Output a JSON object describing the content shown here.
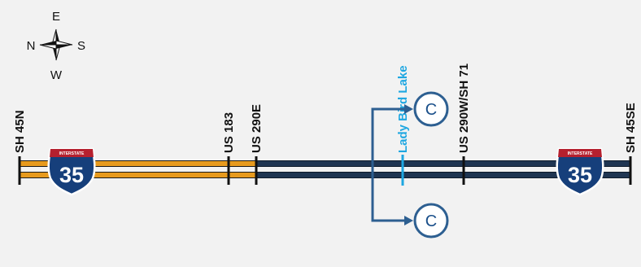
{
  "compass": {
    "north": "N",
    "east": "E",
    "south": "S",
    "west": "W"
  },
  "route_shields": [
    {
      "label_top": "INTERSTATE",
      "number": "35"
    },
    {
      "label_top": "INTERSTATE",
      "number": "35"
    }
  ],
  "interchanges": [
    {
      "label": "SH 45N"
    },
    {
      "label": "US 183"
    },
    {
      "label": "US 290E"
    },
    {
      "label": "US 290W/SH 71"
    },
    {
      "label": "SH 45SE"
    }
  ],
  "landmark": {
    "label": "Lady Bird Lake"
  },
  "connectors": [
    {
      "letter": "C"
    },
    {
      "letter": "C"
    }
  ],
  "colors": {
    "background": "#f2f2f2",
    "managed_lane_orange": "#e79a1e",
    "managed_lane_navy": "#1f3552",
    "tick": "#111111",
    "lake": "#1ea7e1",
    "connector": "#2d5f91",
    "shield_blue": "#163f7b",
    "shield_red": "#b5202e"
  }
}
